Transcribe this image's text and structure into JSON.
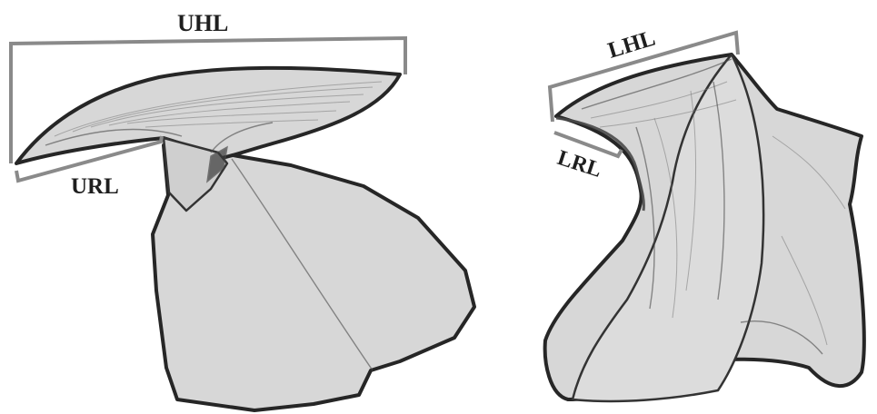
{
  "labels": {
    "uhl": "UHL",
    "url": "URL",
    "lhl": "LHL",
    "lrl": "LRL"
  },
  "colors": {
    "bracket": "#8a8a8a",
    "fill": "#d7d7d7",
    "outline": "#262626"
  }
}
